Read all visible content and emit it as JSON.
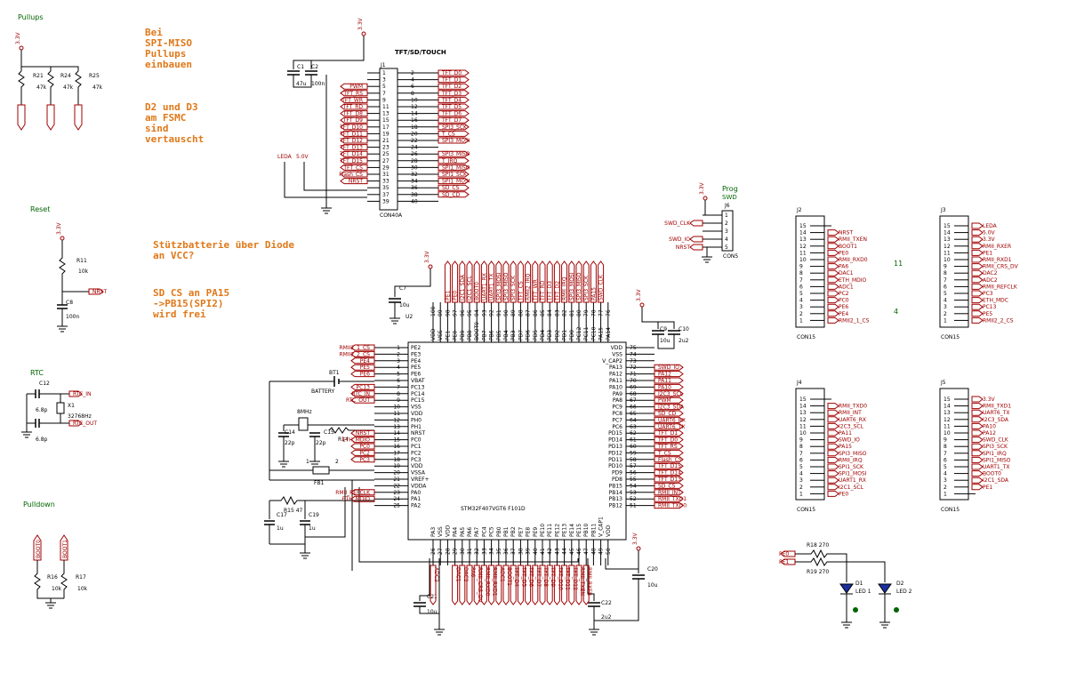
{
  "sections": {
    "pullups": "Pullups",
    "reset": "Reset",
    "rtc": "RTC",
    "pulldown": "Pulldown",
    "prog": "Prog",
    "swd": "SWD"
  },
  "notes": {
    "note1": "Bei\nSPI-MISO\nPullups\neinbauen",
    "note2": "D2 und D3\nam FSMC\nsind\nvertauscht",
    "note3": "Stützbatterie über Diode\nan VCC?",
    "note4": "SD CS an PA15\n->PB15(SPI2)\nwird frei"
  },
  "misc": {
    "num11": "11",
    "num4": "4"
  },
  "power": {
    "v33": "3.3V",
    "v50": "5.0V",
    "leda": "LEDA"
  },
  "components": {
    "r21": "R21",
    "r24": "R24",
    "r25": "R25",
    "r21_val": "47k",
    "r24_val": "47k",
    "r25_val": "47k",
    "r11": "R11",
    "r11_val": "10k",
    "c8": "C8",
    "c8_val": "100n",
    "nrst": "NRST",
    "c12": "C12",
    "x1": "X1",
    "x1_val": "32768Hz",
    "c_rtc_val1": "6.8p",
    "c_rtc_val2": "6.8p",
    "rtc_in": "RTC_IN",
    "rtc_out": "RTC_OUT",
    "r16": "R16",
    "r17": "R17",
    "r16_val": "10k",
    "r17_val": "10k",
    "boot0": "BOOT0",
    "boot1": "BOOT1",
    "c1": "C1",
    "c2": "C2",
    "c1_val": "47u",
    "c2_val": "100n",
    "c7": "C7",
    "c7_val": "10u",
    "c9": "C9",
    "c10": "C10",
    "c9_val": "10u",
    "c10_val": "2u2",
    "bt1": "BT1",
    "battery": "BATTERY",
    "fb1": "FB1",
    "fb": "FB",
    "r14": "R14",
    "r15": "R15 47",
    "c17": "C17",
    "c19": "C19",
    "c17_val": "1u",
    "c19_val": "1u",
    "c21": "C21",
    "c21_val": "10u",
    "c22": "C22",
    "c22_val": "2u2",
    "c20": "C20",
    "c20_val": "10u",
    "xtal_8mhz": "8MHz",
    "c_osc1": "C14",
    "c_osc2": "C15",
    "c_osc_val1": "22p",
    "c_osc_val2": "22p",
    "u2": "U2",
    "mcu_name": "STM32F407VGT6 F101D",
    "r18": "R18 270",
    "r19": "R19 270",
    "pe0": "PE0",
    "pe1": "PE1",
    "d1": "D1",
    "d2": "D2",
    "led1": "LED 1",
    "led2": "LED 2",
    "one": "1",
    "two": "2"
  },
  "j1": {
    "title": "TFT/SD/TOUCH",
    "ref": "J1",
    "type": "CON40A",
    "left_pins": [
      "1",
      "3",
      "5",
      "7",
      "9",
      "11",
      "13",
      "15",
      "17",
      "19",
      "21",
      "23",
      "25",
      "27",
      "29",
      "31",
      "33",
      "35",
      "37",
      "39"
    ],
    "right_pins": [
      "2",
      "4",
      "6",
      "8",
      "10",
      "12",
      "14",
      "16",
      "18",
      "20",
      "22",
      "24",
      "26",
      "28",
      "30",
      "32",
      "34",
      "36",
      "38",
      "40"
    ],
    "left_nets": [
      "",
      "",
      "PWM",
      "TFT_RS",
      "TFT_WR",
      "TFT_RD",
      "TFT_D8",
      "TFT_D9",
      "TFT_D10",
      "TFT_D11",
      "TFT_D12",
      "TFT_D13",
      "TFT_D14",
      "TFT_D15",
      "TFT_CS",
      "Flash_CS",
      "NRST",
      "",
      "",
      ""
    ],
    "right_nets": [
      "TFT_D0",
      "TFT_D1",
      "TFT_D2",
      "TFT_D3",
      "TFT_D4",
      "TFT_D5",
      "TFT_D6",
      "TFT_D7",
      "SPI3_SCK",
      "T_CS",
      "SPI3_MOSI",
      "",
      "SPI3_MISO",
      "T_IRQ",
      "SPI1_MISO",
      "SPI1_SCK",
      "SPI1_MOSI",
      "SD_CS",
      "SD_CD",
      ""
    ]
  },
  "j6": {
    "ref": "J6",
    "type": "CON5",
    "pins": [
      "1",
      "2",
      "3",
      "4",
      "5"
    ],
    "nets": [
      "",
      "SWD_CLK",
      "",
      "SWD_IO",
      "NRST"
    ]
  },
  "j2": {
    "ref": "J2",
    "type": "CON15",
    "pins": [
      "15",
      "14",
      "13",
      "12",
      "11",
      "10",
      "9",
      "8",
      "7",
      "6",
      "5",
      "4",
      "3",
      "2",
      "1"
    ],
    "nets": [
      "",
      "NRST",
      "RMII_TXEN",
      "BOOT1",
      "PE0",
      "RMII_RXD0",
      "PA6",
      "DAC1",
      "ETH_MDIO",
      "ADC1",
      "PC2",
      "PC0",
      "PE6",
      "PE4",
      "RMII2_1_CS"
    ]
  },
  "j3": {
    "ref": "J3",
    "type": "CON15",
    "pins": [
      "15",
      "14",
      "13",
      "12",
      "11",
      "10",
      "9",
      "8",
      "7",
      "6",
      "5",
      "4",
      "3",
      "2",
      "1"
    ],
    "nets": [
      "LEDA",
      "5.0V",
      "3.3V",
      "RMII_RXER",
      "PE1",
      "RMII_RXD1",
      "RMII_CRS_DV",
      "DAC2",
      "ADC2",
      "RMII_REFCLK",
      "PC3",
      "ETH_MDC",
      "PC13",
      "PE5",
      "RMII2_2_CS"
    ]
  },
  "j4": {
    "ref": "J4",
    "type": "CON15",
    "pins": [
      "15",
      "14",
      "13",
      "12",
      "11",
      "10",
      "9",
      "8",
      "7",
      "6",
      "5",
      "4",
      "3",
      "2",
      "1"
    ],
    "nets": [
      "",
      "RMII_TXD0",
      "RMII_INT",
      "UART6_RX",
      "I2C3_SCL",
      "PA11",
      "SWD_IO",
      "PA15",
      "SPI3_MISO",
      "RMII_IRQ",
      "SPI1_SCK",
      "SPI1_MOSI",
      "UART1_RX",
      "I2C1_SCL",
      "PE0"
    ]
  },
  "j5": {
    "ref": "J5",
    "type": "CON15",
    "pins": [
      "15",
      "14",
      "13",
      "12",
      "11",
      "10",
      "9",
      "8",
      "7",
      "6",
      "5",
      "4",
      "3",
      "2",
      "1"
    ],
    "nets": [
      "3.3V",
      "RMII_TXD1",
      "UART6_TX",
      "I2C3_SDA",
      "PA10",
      "PA12",
      "SWD_CLK",
      "SPI3_SCK",
      "SPI1_IRQ",
      "SPI1_MISO",
      "UART1_TX",
      "BOOT0",
      "I2C1_SDA",
      "PE1",
      ""
    ]
  },
  "mcu": {
    "left_pins": [
      "1",
      "2",
      "3",
      "4",
      "5",
      "6",
      "7",
      "8",
      "9",
      "10",
      "11",
      "12",
      "13",
      "14",
      "15",
      "16",
      "17",
      "18",
      "19",
      "20",
      "21",
      "22",
      "23",
      "24",
      "25"
    ],
    "left_names": [
      "PE2",
      "PE3",
      "PE4",
      "PE5",
      "PE6",
      "VBAT",
      "PC13",
      "PC14",
      "PC15",
      "VSS",
      "VDD",
      "PH0",
      "PH1",
      "NRST",
      "PC0",
      "PC1",
      "PC2",
      "PC3",
      "VDD",
      "VSSA",
      "VREF+",
      "VDDA",
      "PA0",
      "PA1",
      "PA2"
    ],
    "left_nets": [
      "RMII2_1_CS",
      "RMII2_2_CS",
      "PE4",
      "PE5",
      "PE6",
      "",
      "PC13",
      "RTC_IN",
      "RTC_OUT",
      "",
      "",
      "",
      "",
      "NRST",
      "ETH_MDIO",
      "PC0",
      "PC2",
      "PC3",
      "",
      "",
      "",
      "",
      "RMII_REFCLK",
      "ETH_MDIO",
      ""
    ],
    "right_pins": [
      "75",
      "74",
      "73",
      "72",
      "71",
      "70",
      "69",
      "68",
      "67",
      "66",
      "65",
      "64",
      "63",
      "62",
      "61",
      "60",
      "59",
      "58",
      "57",
      "56",
      "55",
      "54",
      "53",
      "52",
      "51"
    ],
    "right_names": [
      "VDD",
      "VSS",
      "V_CAP2",
      "PA13",
      "PA12",
      "PA11",
      "PA10",
      "PA9",
      "PA8",
      "PC9",
      "PC8",
      "PC7",
      "PC6",
      "PD15",
      "PD14",
      "PD13",
      "PD12",
      "PD11",
      "PD10",
      "PD9",
      "PD8",
      "PB15",
      "PB14",
      "PB13",
      "PB12"
    ],
    "right_nets": [
      "",
      "",
      "",
      "SWD_IO",
      "PA12",
      "PA11",
      "PA10",
      "I2C3_SCL",
      "PWM",
      "I2C3_SDA",
      "SD_CD",
      "UART6_RX",
      "UART6_TX",
      "TFT_D1",
      "TFT_D0",
      "TFT_RS",
      "T_CS",
      "Flash_CS",
      "TFT_D15",
      "TFT_D14",
      "TFT_D13",
      "SD_CS",
      "RMII_INT",
      "RMII_TXD1",
      "RMII_TXD0"
    ],
    "top_pins": [
      "100",
      "99",
      "98",
      "97",
      "96",
      "95",
      "94",
      "93",
      "92",
      "91",
      "90",
      "89",
      "88",
      "87",
      "86",
      "85",
      "84",
      "83",
      "82",
      "81",
      "80",
      "79",
      "78",
      "77",
      "76"
    ],
    "top_names": [
      "VDD",
      "VSS",
      "PE1",
      "PE0",
      "PB9",
      "PB8",
      "BOOT0",
      "PB7",
      "PB6",
      "PB5",
      "PB4",
      "PB3",
      "PD7",
      "PD6",
      "PD5",
      "PD4",
      "PD3",
      "PD2",
      "PD1",
      "PD0",
      "PC12",
      "PC11",
      "PC10",
      "PA15",
      "PA14"
    ],
    "top_nets": [
      "",
      "",
      "PE1",
      "PE0",
      "I2C1_SDA",
      "I2C1_SCL",
      "BOOT0",
      "UART1_RX",
      "UART1_TX",
      "SPI3_MOSI",
      "SPI3_MISO",
      "SPI3_SCK",
      "TFT_CS",
      "RMII2_IRQ",
      "TFT_WR",
      "TFT_RD",
      "TFT_D3",
      "TFT_D2",
      "RMII_IRQ",
      "SPI3_MOSI",
      "SPI3_MISO",
      "SPI3_SCK",
      "PA15",
      "SWD_CLK",
      ""
    ],
    "bottom_pins": [
      "26",
      "27",
      "28",
      "29",
      "30",
      "31",
      "32",
      "33",
      "34",
      "35",
      "36",
      "37",
      "38",
      "39",
      "40",
      "41",
      "42",
      "43",
      "44",
      "45",
      "46",
      "47",
      "48",
      "49",
      "50"
    ],
    "bottom_names": [
      "PA3",
      "VSS",
      "VDD",
      "PA4",
      "PA5",
      "PA6",
      "PA7",
      "PC4",
      "PC5",
      "PB0",
      "PB1",
      "PB2",
      "PE7",
      "PE8",
      "PE9",
      "PE10",
      "PE11",
      "PE12",
      "PE13",
      "PE14",
      "PE15",
      "PB10",
      "PB11",
      "V_CAP1",
      "VDD"
    ],
    "bottom_nets": [
      "ADC2",
      "",
      "",
      "DAC1",
      "DAC2",
      "PA6",
      "RMII_CRS_DV",
      "RMII_RXD0",
      "RMII_RXD1",
      "ADC1",
      "BOOT1",
      "TFT_D4",
      "TFT_D5",
      "TFT_D6",
      "TFT_D7",
      "TFT_D8",
      "TFT_D9",
      "TFT_D10",
      "TFT_D11",
      "TFT_D12",
      "RMII_TXEN",
      "RMII_RXER",
      "",
      "",
      ""
    ]
  }
}
